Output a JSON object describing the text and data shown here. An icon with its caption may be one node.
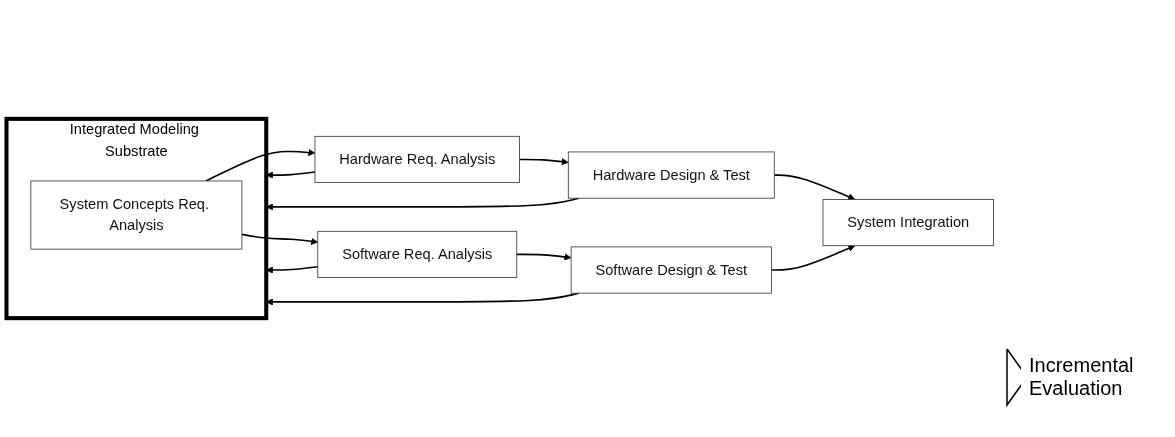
{
  "diagram": {
    "nodes": [
      {
        "text": [
          "Integrated Modeling Substrate"
        ]
      },
      {
        "text": [
          "System Concepts Req. Analysis"
        ],
        "in": 0
      },
      {
        "text": [
          "Hardware Req. Analysis"
        ]
      },
      {
        "text": [
          "Hardware Design & Test"
        ]
      },
      {
        "text": [
          "Software Req. Analysis"
        ]
      },
      {
        "text": [
          "Software Design & Test"
        ]
      },
      {
        "text": [
          "System Integration"
        ]
      }
    ],
    "edges": [
      {
        "from": 1,
        "to": 2,
        "arrow": "to"
      },
      {
        "from": 1,
        "to": 4,
        "arrow": "to"
      },
      {
        "from": 2,
        "to": 3,
        "arrow": "to"
      },
      {
        "from": 4,
        "to": 5,
        "arrow": "to"
      },
      {
        "from": 2,
        "to": 0,
        "arrow": "to"
      },
      {
        "from": 3,
        "to": 0,
        "arrow": "to"
      },
      {
        "from": 4,
        "to": 0,
        "arrow": "to"
      },
      {
        "from": 5,
        "to": 0,
        "arrow": "to"
      },
      {
        "from": 3,
        "to": 6,
        "arrow": "to"
      },
      {
        "from": 5,
        "to": 6,
        "arrow": "to"
      }
    ],
    "legend": [
      {
        "text": "Incremental Evaluation"
      }
    ]
  }
}
